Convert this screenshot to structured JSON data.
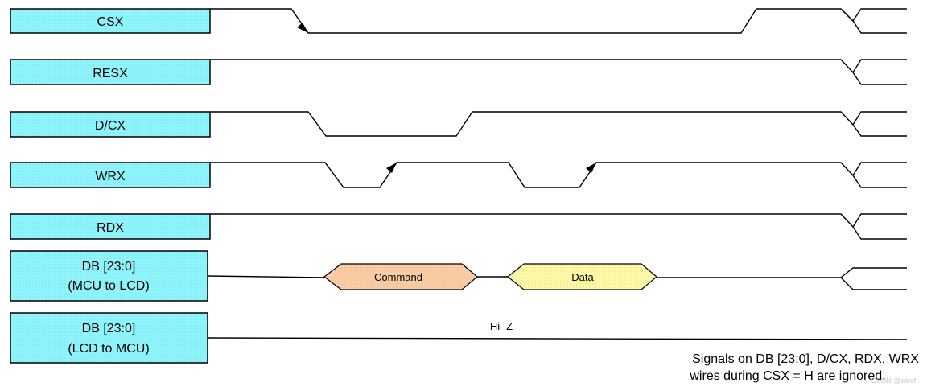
{
  "signals": {
    "csx": "CSX",
    "resx": "RESX",
    "dcx": "D/CX",
    "wrx": "WRX",
    "rdx": "RDX",
    "db_write_line1": "DB [23:0]",
    "db_write_line2": "(MCU to LCD)",
    "db_read_line1": "DB [23:0]",
    "db_read_line2": "(LCD to MCU)"
  },
  "bus": {
    "command": "Command",
    "data": "Data",
    "hiz": "Hi -Z"
  },
  "note": {
    "line1": "Signals on DB [23:0], D/CX, RDX, WRX",
    "line2": "wires during CSX = H are ignored."
  },
  "watermark": "CSDN @wind",
  "colors": {
    "label_fill": "#8ff4fb",
    "command_fill": "#f8cda5",
    "data_fill": "#fbf8a6",
    "line": "#000000"
  }
}
